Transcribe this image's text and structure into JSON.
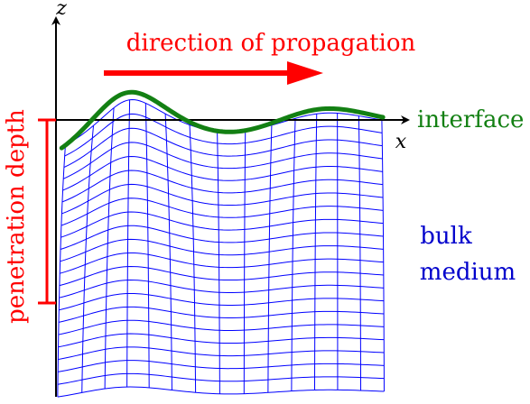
{
  "diagram": {
    "axis_z_label": "z",
    "axis_x_label": "x",
    "direction_label": "direction of propagation",
    "interface_label": "interface",
    "bulk_label_line1": "bulk",
    "bulk_label_line2": "medium",
    "penetration_label": "penetration depth"
  },
  "colors": {
    "axis": "#000000",
    "grid": "#0000ff",
    "interface_curve": "#138013",
    "direction": "#ff0000",
    "interface_text": "#138013",
    "bulk_text": "#0000cc",
    "penetration": "#ff0000"
  },
  "wave_model": {
    "amplitude": 1.0,
    "decay_with_x": 0.55,
    "decay_with_depth": 0.12,
    "grid_columns": 14,
    "grid_rows": 21
  }
}
